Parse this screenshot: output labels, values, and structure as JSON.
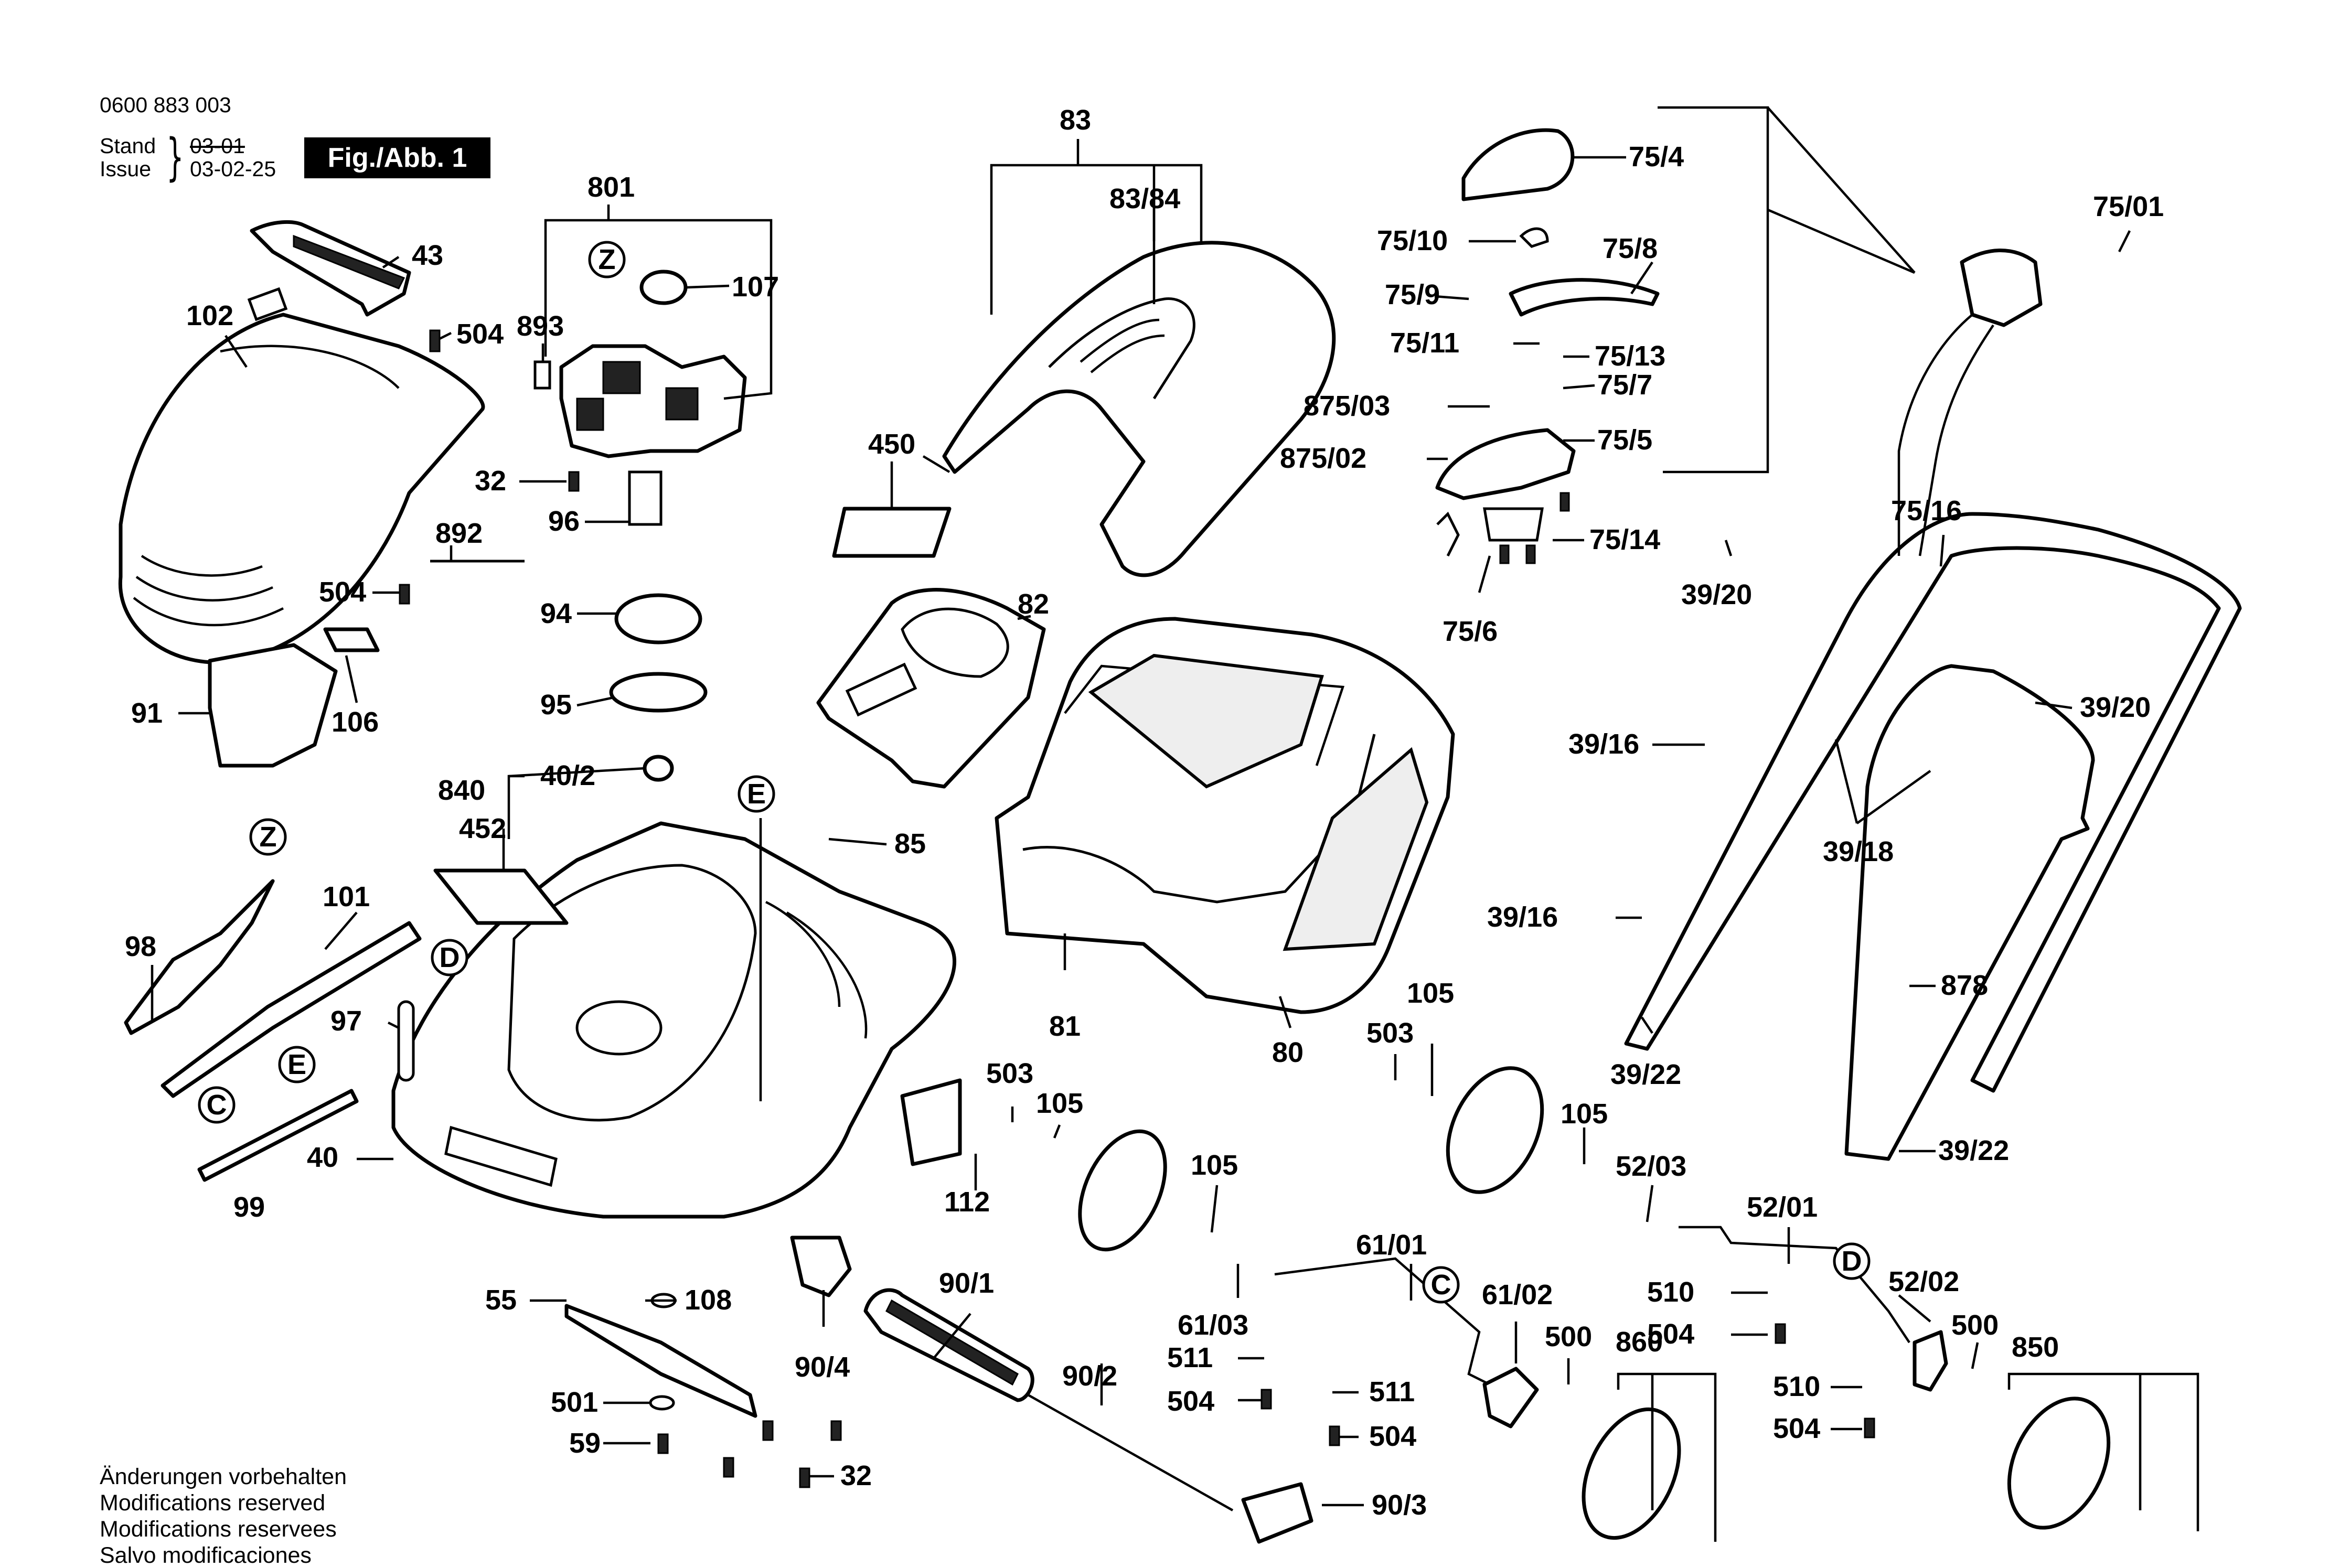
{
  "header": {
    "doc_number": "0600 883 003",
    "stand_label": "Stand",
    "issue_label": "Issue",
    "stand_date_struck": "03-01",
    "issue_date": "03-02-25",
    "figure_badge": "Fig./Abb. 1"
  },
  "footer": {
    "lines": [
      "Änderungen vorbehalten",
      "Modifications reserved",
      "Modifications reservees",
      "Salvo modificaciones"
    ]
  },
  "callouts": [
    "Z",
    "E",
    "D",
    "C",
    "E",
    "Z",
    "C",
    "D"
  ],
  "part_labels": [
    "83",
    "83/84",
    "801",
    "43",
    "102",
    "893",
    "107",
    "504",
    "32",
    "96",
    "892",
    "504",
    "94",
    "91",
    "106",
    "95",
    "840",
    "40/2",
    "452",
    "450",
    "82",
    "85",
    "98",
    "101",
    "97",
    "40",
    "99",
    "112",
    "81",
    "80",
    "55",
    "108",
    "90/1",
    "501",
    "59",
    "32",
    "90/4",
    "90/2",
    "90/3",
    "503",
    "105",
    "105",
    "61/03",
    "511",
    "504",
    "61/01",
    "61/02",
    "500",
    "511",
    "504",
    "860",
    "503",
    "105",
    "105",
    "52/03",
    "52/01",
    "510",
    "504",
    "52/02",
    "500",
    "510",
    "504",
    "850",
    "75/4",
    "75/10",
    "75/8",
    "75/9",
    "75/11",
    "75/13",
    "875/03",
    "75/7",
    "875/02",
    "75/5",
    "75/14",
    "75/6",
    "39/20",
    "75/01",
    "75/16",
    "39/20",
    "39/16",
    "39/18",
    "39/16",
    "878",
    "39/22",
    "39/22"
  ],
  "icons": [
    "parts-explosion-drawing",
    "lawn-mower-icon"
  ]
}
